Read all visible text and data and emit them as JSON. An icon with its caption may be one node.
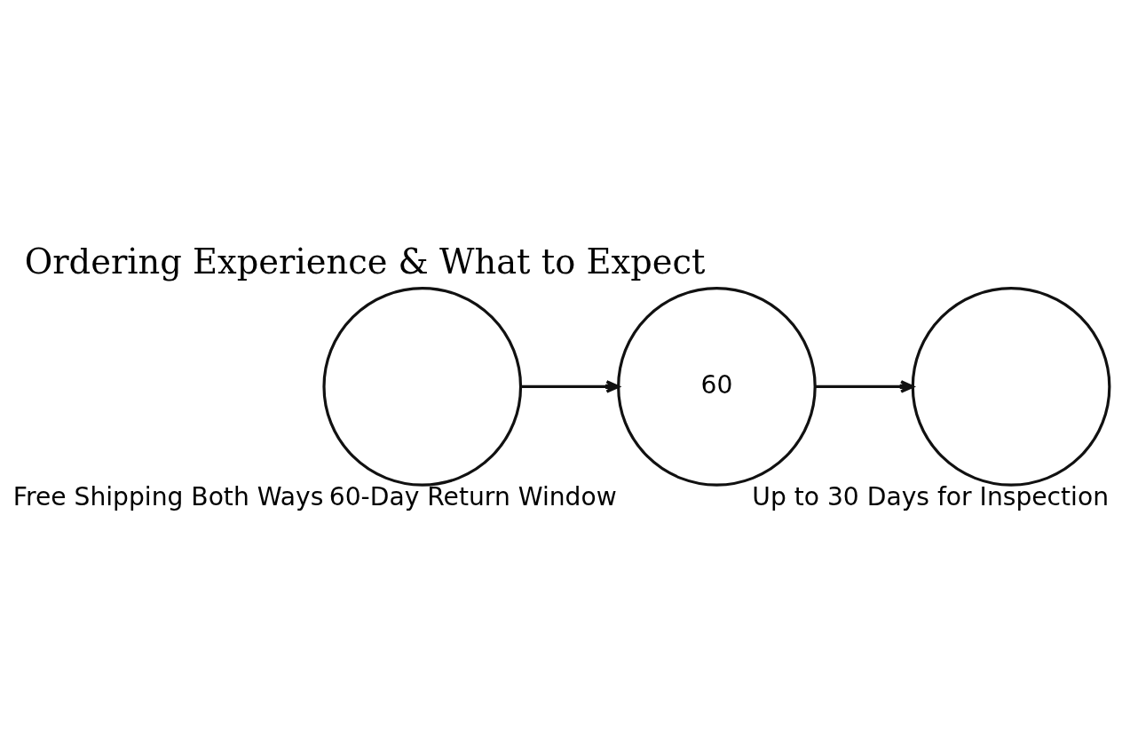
{
  "diagram": {
    "title": "Ordering Experience & What to Expect",
    "nodes": [
      {
        "text": [],
        "shape": "circle",
        "beside": [
          "Free Shipping Both Ways"
        ]
      },
      {
        "text": [
          "60"
        ],
        "beside": [
          "60-Day Return Window"
        ]
      },
      {
        "text": [],
        "shape": "circle",
        "beside": [
          "Up to 30 Days for Inspection"
        ]
      }
    ],
    "edges": [
      {
        "from": 0,
        "to": 1,
        "arrow": "to"
      },
      {
        "from": 1,
        "to": 2,
        "arrow": "to"
      }
    ]
  }
}
